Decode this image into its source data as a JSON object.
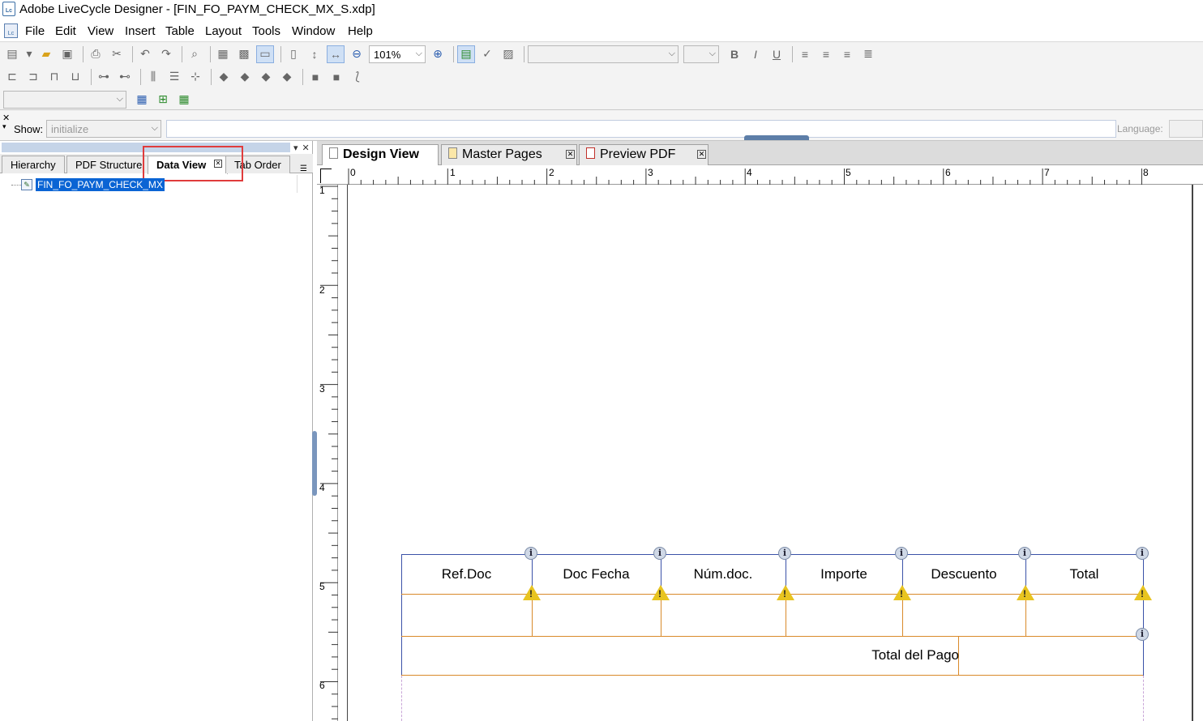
{
  "window": {
    "title": "Adobe LiveCycle Designer - [FIN_FO_PAYM_CHECK_MX_S.xdp]",
    "app_icon_text": "Lc"
  },
  "menu": [
    "File",
    "Edit",
    "View",
    "Insert",
    "Table",
    "Layout",
    "Tools",
    "Window",
    "Help"
  ],
  "toolbar": {
    "zoom_value": "101%"
  },
  "showbar": {
    "show_label": "Show:",
    "show_value": "initialize",
    "language_label": "Language:"
  },
  "palette": {
    "tabs": [
      "Hierarchy",
      "PDF Structure",
      "Data View",
      "Tab Order"
    ],
    "active_tab": "Data View",
    "tree_root_label": "FIN_FO_PAYM_CHECK_MX"
  },
  "doc_tabs": [
    "Design View",
    "Master Pages",
    "Preview PDF"
  ],
  "ruler_h": [
    "0",
    "1",
    "2",
    "3",
    "4",
    "5",
    "6",
    "7",
    "8"
  ],
  "ruler_v": [
    "1",
    "2",
    "3",
    "4",
    "5",
    "6"
  ],
  "form": {
    "headers": [
      "Ref.Doc",
      "Doc Fecha",
      "Núm.doc.",
      "Importe",
      "Descuento",
      "Total"
    ],
    "total_label": "Total del Pago"
  },
  "colors": {
    "highlight": "#e03c3c",
    "selection": "#0a64d4",
    "header_border": "#3b52a8",
    "cell_border": "#d98a2a"
  }
}
